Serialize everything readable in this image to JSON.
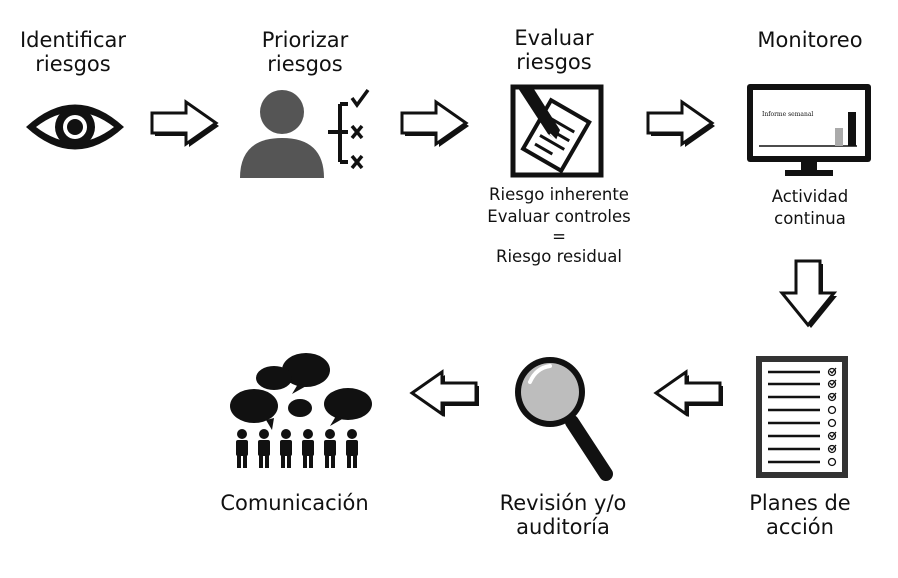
{
  "steps": [
    {
      "id": "identificar",
      "label": [
        "Identificar",
        "riesgos"
      ],
      "icon": "eye-icon"
    },
    {
      "id": "priorizar",
      "label": [
        "Priorizar",
        "riesgos"
      ],
      "icon": "person-checklist-icon"
    },
    {
      "id": "evaluar",
      "label": [
        "Evaluar",
        "riesgos"
      ],
      "icon": "pen-document-icon",
      "note": [
        "Riesgo inherente",
        "Evaluar controles",
        "=",
        "Riesgo residual"
      ]
    },
    {
      "id": "monitoreo",
      "label": [
        "Monitoreo"
      ],
      "icon": "monitor-chart-icon",
      "screen_text": "Informe semanal",
      "note": [
        "Actividad",
        "continua"
      ]
    },
    {
      "id": "planes",
      "label": [
        "Planes de",
        "acción"
      ],
      "icon": "checklist-icon"
    },
    {
      "id": "revision",
      "label": [
        "Revisión y/o",
        "auditoría"
      ],
      "icon": "magnifier-icon"
    },
    {
      "id": "comunicacion",
      "label": [
        "Comunicación"
      ],
      "icon": "people-speech-icon"
    }
  ],
  "arrows": [
    "arrow-right-icon",
    "arrow-right-icon",
    "arrow-right-icon",
    "arrow-down-icon",
    "arrow-left-icon",
    "arrow-left-icon"
  ],
  "colors": {
    "ink": "#111111",
    "gray": "#555555",
    "light_gray": "#bdbdbd",
    "background": "#ffffff"
  }
}
